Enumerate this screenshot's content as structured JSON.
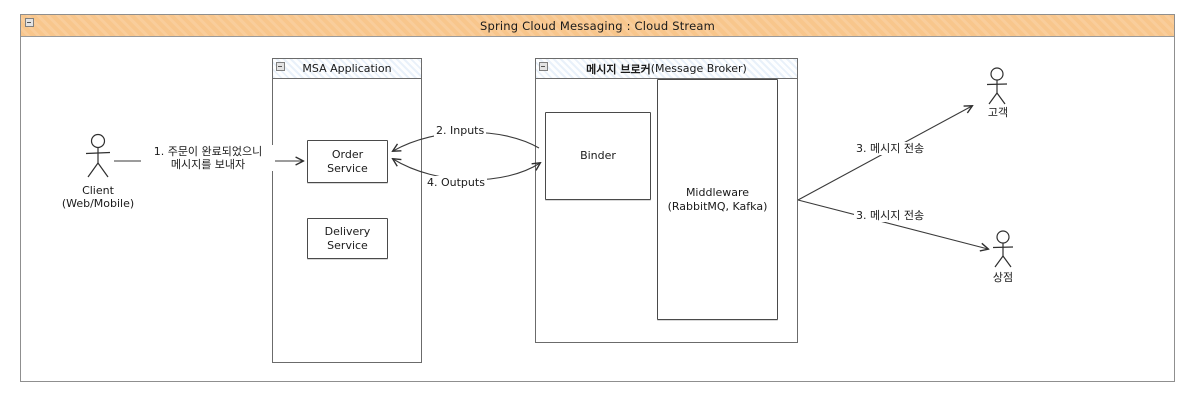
{
  "frame": {
    "title": "Spring Cloud Messaging : Cloud Stream"
  },
  "containers": {
    "msa": {
      "title": "MSA Application",
      "nodes": {
        "order": {
          "line1": "Order",
          "line2": "Service"
        },
        "delivery": {
          "line1": "Delivery",
          "line2": "Service"
        }
      }
    },
    "broker": {
      "title_ko": "메시지 브로커",
      "title_en": "(Message Broker)",
      "nodes": {
        "binder": {
          "label": "Binder"
        },
        "middleware": {
          "line1": "Middleware",
          "line2": "(RabbitMQ, Kafka)"
        }
      }
    }
  },
  "actors": {
    "client": {
      "line1": "Client",
      "line2": "(Web/Mobile)"
    },
    "customer": {
      "label": "고객"
    },
    "store": {
      "label": "상점"
    }
  },
  "edges": {
    "client_to_order": {
      "line1": "1. 주문이 완료되었으니",
      "line2": "메시지를 보내자"
    },
    "inputs": {
      "label": "2. Inputs"
    },
    "outputs": {
      "label": "4. Outputs"
    },
    "to_customer": {
      "label": "3. 메시지 전송"
    },
    "to_store": {
      "label": "3. 메시지 전송"
    }
  },
  "icons": {
    "collapse": "minus-square"
  },
  "colors": {
    "titlebar_bg": "#f8c68c",
    "header_hatch": "#e9f1fa",
    "container_border": "#6b6b6b",
    "node_border": "#4a4a4a",
    "stroke": "#2f2f2f",
    "text": "#1a1a1a"
  }
}
